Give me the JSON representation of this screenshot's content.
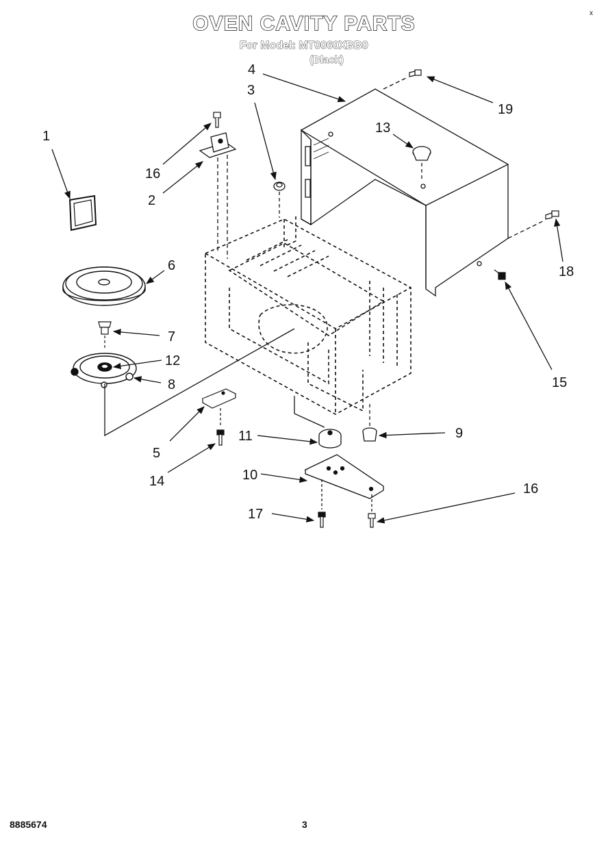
{
  "header": {
    "title": "OVEN CAVITY PARTS",
    "model_line": "For Model: MT0060XBB0",
    "variant": "(Black)",
    "corner_mark": "x"
  },
  "callouts": [
    {
      "id": "c1",
      "label": "1"
    },
    {
      "id": "c16a",
      "label": "16"
    },
    {
      "id": "c2",
      "label": "2"
    },
    {
      "id": "c3",
      "label": "3"
    },
    {
      "id": "c4",
      "label": "4"
    },
    {
      "id": "c13",
      "label": "13"
    },
    {
      "id": "c19",
      "label": "19"
    },
    {
      "id": "c6",
      "label": "6"
    },
    {
      "id": "c7",
      "label": "7"
    },
    {
      "id": "c12",
      "label": "12"
    },
    {
      "id": "c8",
      "label": "8"
    },
    {
      "id": "c18",
      "label": "18"
    },
    {
      "id": "c15",
      "label": "15"
    },
    {
      "id": "c5",
      "label": "5"
    },
    {
      "id": "c11",
      "label": "11"
    },
    {
      "id": "c9",
      "label": "9"
    },
    {
      "id": "c14",
      "label": "14"
    },
    {
      "id": "c10",
      "label": "10"
    },
    {
      "id": "c16b",
      "label": "16"
    },
    {
      "id": "c17",
      "label": "17"
    }
  ],
  "footer": {
    "code": "8885674",
    "page": "3"
  }
}
